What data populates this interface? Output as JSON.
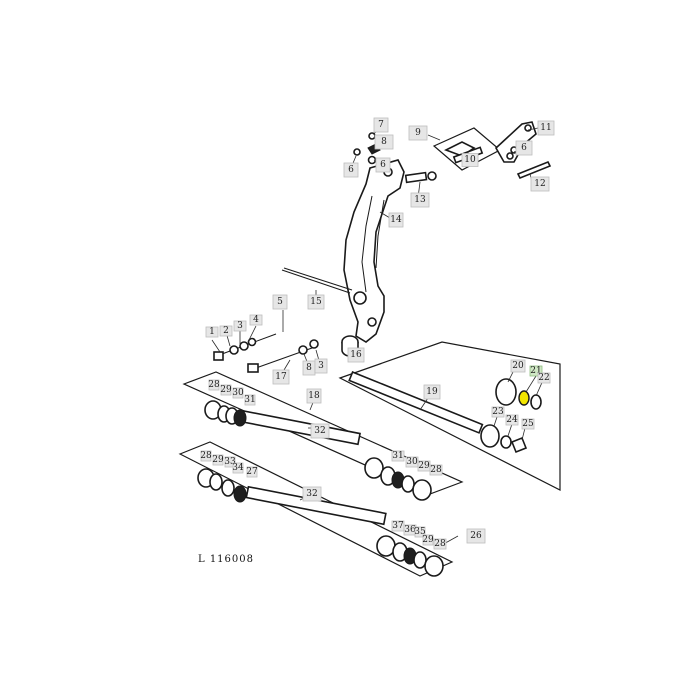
{
  "figure_ref": "L 116008",
  "highlight_color": "#f2e600",
  "callouts": [
    {
      "n": "1"
    },
    {
      "n": "2"
    },
    {
      "n": "3"
    },
    {
      "n": "4"
    },
    {
      "n": "5"
    },
    {
      "n": "6"
    },
    {
      "n": "7"
    },
    {
      "n": "8"
    },
    {
      "n": "9"
    },
    {
      "n": "10"
    },
    {
      "n": "11"
    },
    {
      "n": "12"
    },
    {
      "n": "13"
    },
    {
      "n": "14"
    },
    {
      "n": "15"
    },
    {
      "n": "16"
    },
    {
      "n": "17"
    },
    {
      "n": "18"
    },
    {
      "n": "19"
    },
    {
      "n": "20"
    },
    {
      "n": "21"
    },
    {
      "n": "22"
    },
    {
      "n": "23"
    },
    {
      "n": "24"
    },
    {
      "n": "25"
    },
    {
      "n": "26"
    },
    {
      "n": "27"
    },
    {
      "n": "28"
    },
    {
      "n": "29"
    },
    {
      "n": "30"
    },
    {
      "n": "31"
    },
    {
      "n": "32"
    },
    {
      "n": "33"
    },
    {
      "n": "34"
    },
    {
      "n": "35"
    },
    {
      "n": "36"
    },
    {
      "n": "37"
    }
  ]
}
